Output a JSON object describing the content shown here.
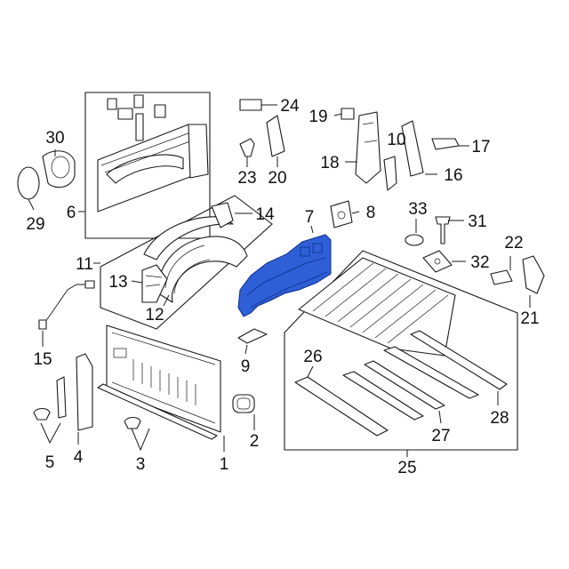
{
  "diagram": {
    "highlight_color": "#2e5fd6",
    "callouts": [
      {
        "id": "1",
        "label": "1"
      },
      {
        "id": "2",
        "label": "2"
      },
      {
        "id": "3",
        "label": "3"
      },
      {
        "id": "4",
        "label": "4"
      },
      {
        "id": "5",
        "label": "5"
      },
      {
        "id": "6",
        "label": "6"
      },
      {
        "id": "7",
        "label": "7"
      },
      {
        "id": "8",
        "label": "8"
      },
      {
        "id": "9",
        "label": "9"
      },
      {
        "id": "10",
        "label": "10"
      },
      {
        "id": "11",
        "label": "11"
      },
      {
        "id": "12",
        "label": "12"
      },
      {
        "id": "13",
        "label": "13"
      },
      {
        "id": "14",
        "label": "14"
      },
      {
        "id": "15",
        "label": "15"
      },
      {
        "id": "16",
        "label": "16"
      },
      {
        "id": "17",
        "label": "17"
      },
      {
        "id": "18",
        "label": "18"
      },
      {
        "id": "19",
        "label": "19"
      },
      {
        "id": "20",
        "label": "20"
      },
      {
        "id": "21",
        "label": "21"
      },
      {
        "id": "22",
        "label": "22"
      },
      {
        "id": "23",
        "label": "23"
      },
      {
        "id": "24",
        "label": "24"
      },
      {
        "id": "25",
        "label": "25"
      },
      {
        "id": "26",
        "label": "26"
      },
      {
        "id": "27",
        "label": "27"
      },
      {
        "id": "28",
        "label": "28"
      },
      {
        "id": "29",
        "label": "29"
      },
      {
        "id": "30",
        "label": "30"
      },
      {
        "id": "31",
        "label": "31"
      },
      {
        "id": "32",
        "label": "32"
      },
      {
        "id": "33",
        "label": "33"
      }
    ]
  }
}
